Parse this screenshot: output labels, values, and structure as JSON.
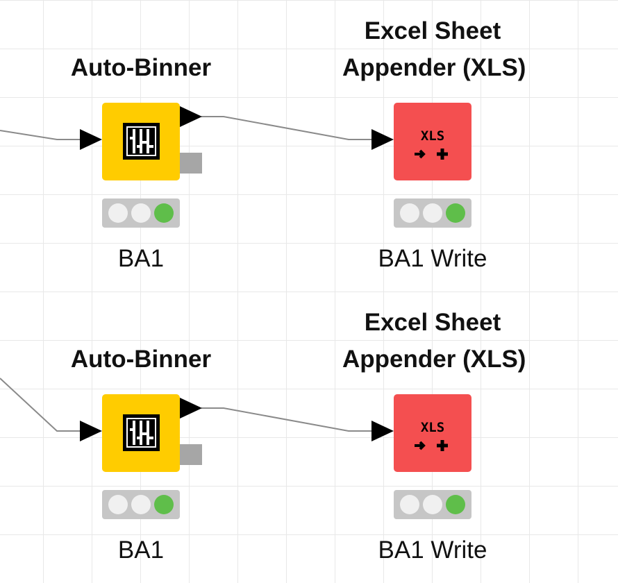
{
  "workflow": {
    "row1": {
      "binner": {
        "title": "Auto-Binner",
        "label": "BA1",
        "color": "#ffcc00",
        "icon": "binner-icon"
      },
      "writer": {
        "title_line1": "Excel Sheet",
        "title_line2": "Appender (XLS)",
        "label": "BA1 Write",
        "color": "#f44f50",
        "icon": "xls-append-icon",
        "icon_text": "XLS"
      }
    },
    "row2": {
      "binner": {
        "title": "Auto-Binner",
        "label": "BA1",
        "color": "#ffcc00",
        "icon": "binner-icon"
      },
      "writer": {
        "title_line1": "Excel Sheet",
        "title_line2": "Appender (XLS)",
        "label": "BA1 Write",
        "color": "#f44f50",
        "icon": "xls-append-icon",
        "icon_text": "XLS"
      }
    }
  }
}
